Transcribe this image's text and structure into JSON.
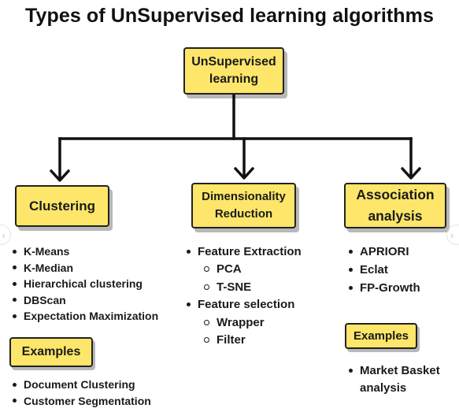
{
  "title": "Types of UnSupervised learning algorithms",
  "root": {
    "line1": "UnSupervised",
    "line2": "learning"
  },
  "branches": {
    "clustering": {
      "label": "Clustering",
      "items": [
        "K-Means",
        "K-Median",
        "Hierarchical clustering",
        "DBScan",
        "Expectation Maximization"
      ],
      "examples_label": "Examples",
      "examples": [
        "Document Clustering",
        "Customer Segmentation"
      ]
    },
    "dimensionality_reduction": {
      "line1": "Dimensionality",
      "line2": "Reduction",
      "items": [
        {
          "label": "Feature Extraction",
          "subitems": [
            "PCA",
            "T-SNE"
          ]
        },
        {
          "label": "Feature selection",
          "subitems": [
            "Wrapper",
            "Filter"
          ]
        }
      ]
    },
    "association": {
      "line1": "Association",
      "line2": "analysis",
      "items": [
        "APRIORI",
        "Eclat",
        "FP-Growth"
      ],
      "examples_label": "Examples",
      "examples": [
        "Market Basket analysis"
      ]
    }
  },
  "colors": {
    "box_fill": "#fde66a",
    "box_border": "#222222",
    "connector": "#111111"
  },
  "nav": {
    "prev_icon": "chevron-left-icon",
    "next_icon": "chevron-right-icon",
    "prev_glyph": "‹",
    "next_glyph": "›"
  }
}
